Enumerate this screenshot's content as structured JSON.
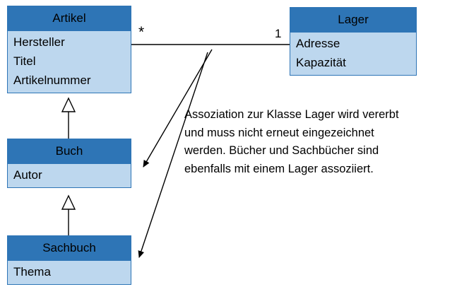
{
  "colors": {
    "header_fill": "#2e75b6",
    "body_fill": "#bdd7ee",
    "border": "#2e75b6",
    "line": "#000000"
  },
  "classes": [
    {
      "name": "Artikel",
      "attributes": [
        "Hersteller",
        "Titel",
        "Artikelnummer"
      ]
    },
    {
      "name": "Lager",
      "attributes": [
        "Adresse",
        "Kapazität"
      ]
    },
    {
      "name": "Buch",
      "attributes": [
        "Autor"
      ]
    },
    {
      "name": "Sachbuch",
      "attributes": [
        "Thema"
      ]
    }
  ],
  "association": {
    "left_multiplicity": "*",
    "right_multiplicity": "1"
  },
  "annotation": {
    "lines": [
      "Assoziation zur Klasse Lager wird vererbt",
      "und muss nicht erneut eingezeichnet",
      "werden. Bücher und Sachbücher sind",
      "ebenfalls mit einem Lager assoziiert."
    ]
  }
}
